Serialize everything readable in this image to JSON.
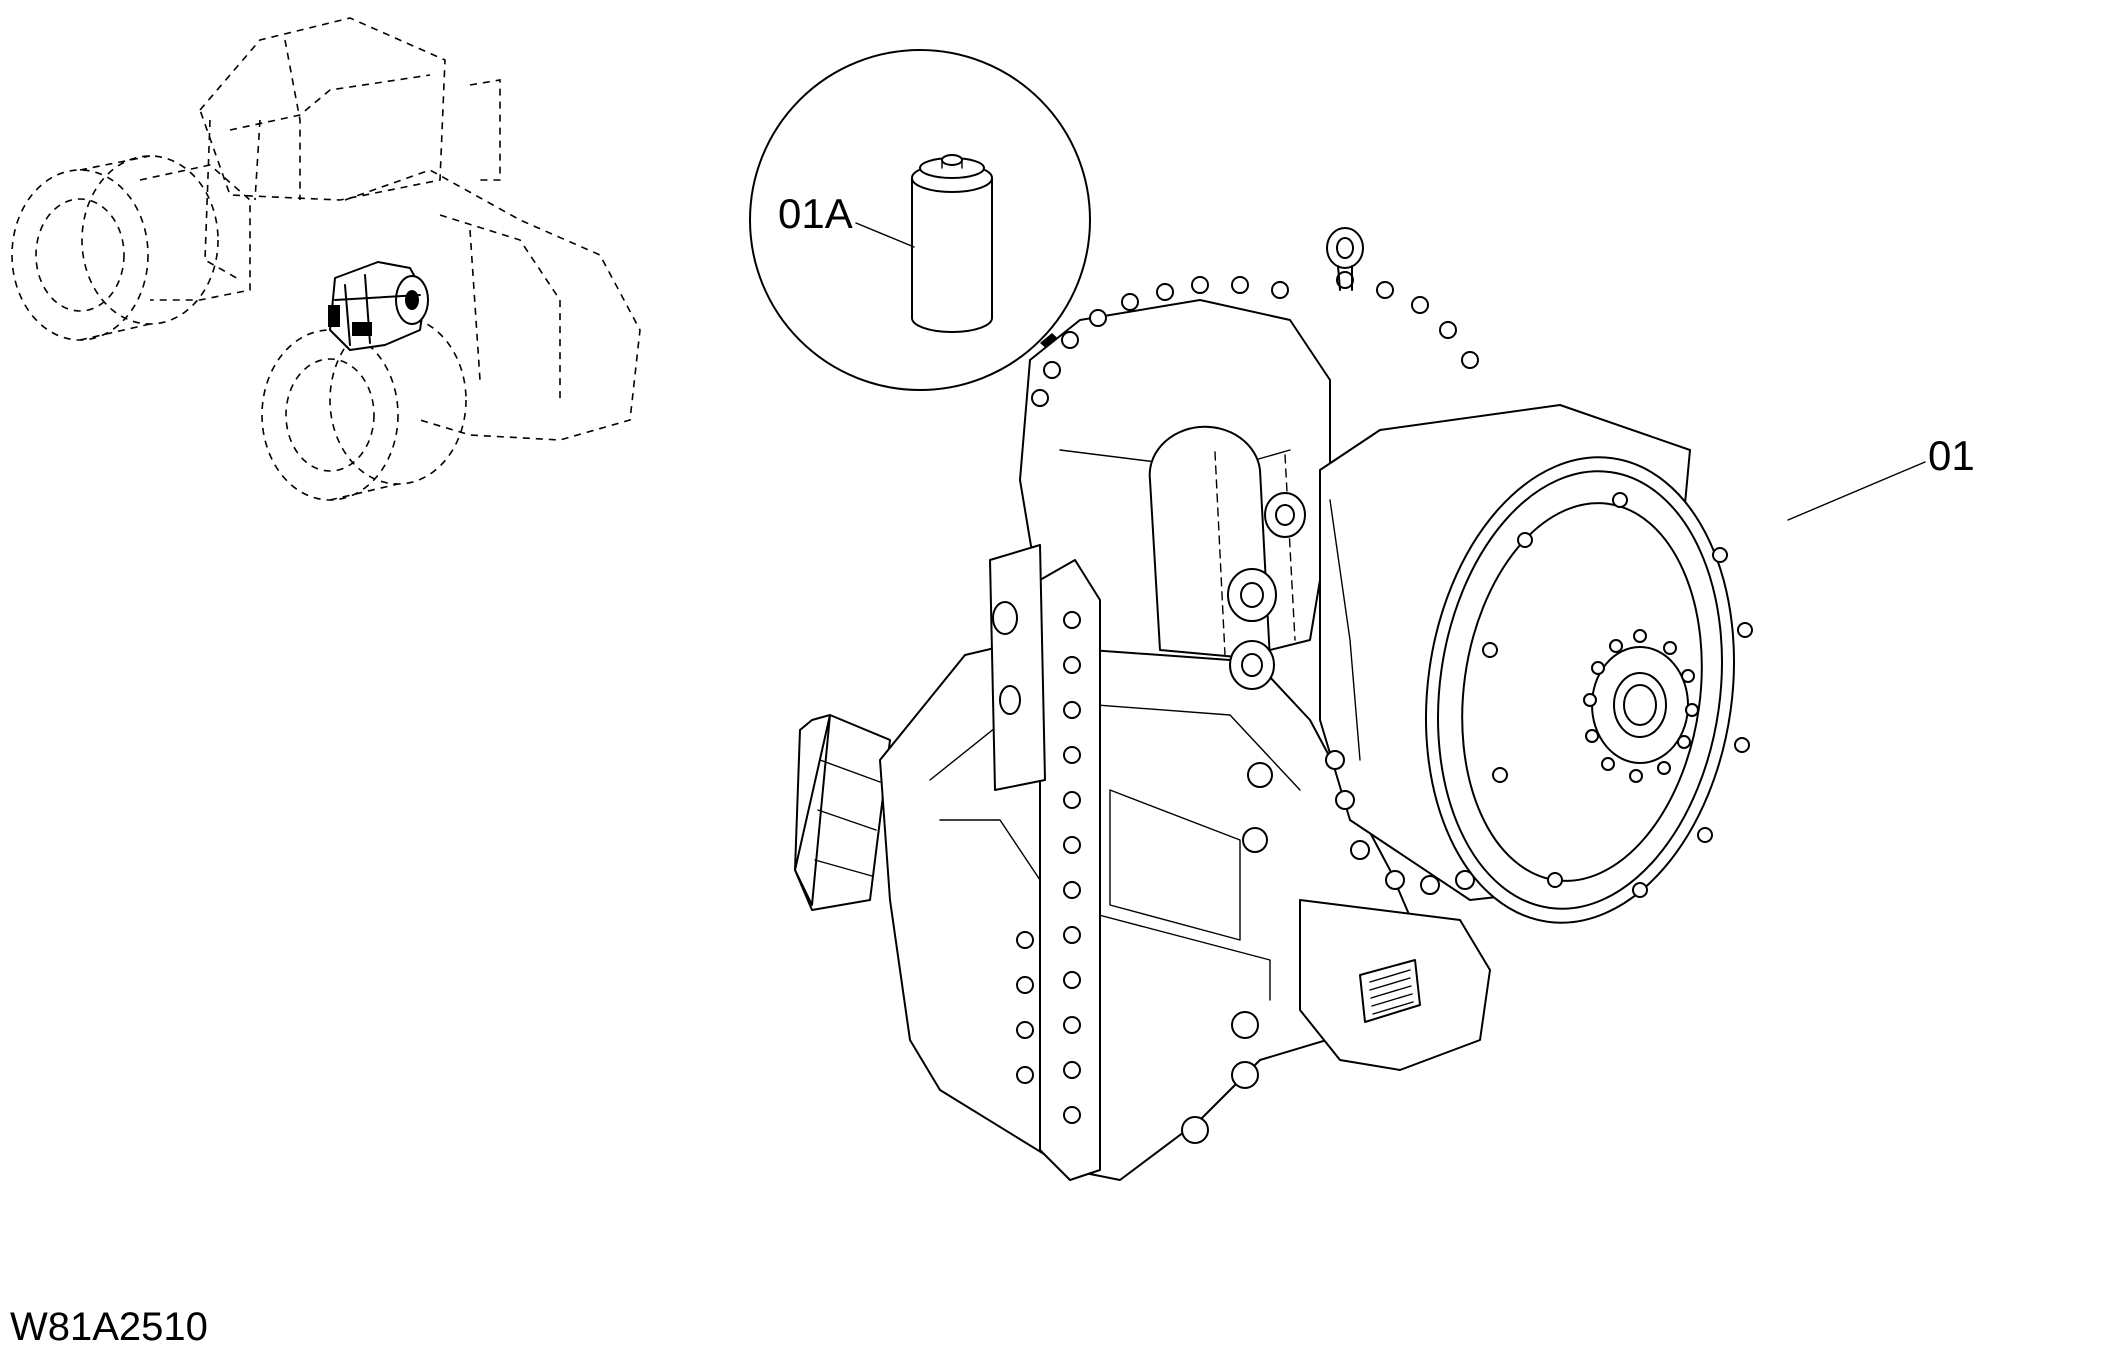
{
  "callouts": {
    "main_part": "01",
    "filter_part": "01A"
  },
  "figure_code": "W81A2510"
}
